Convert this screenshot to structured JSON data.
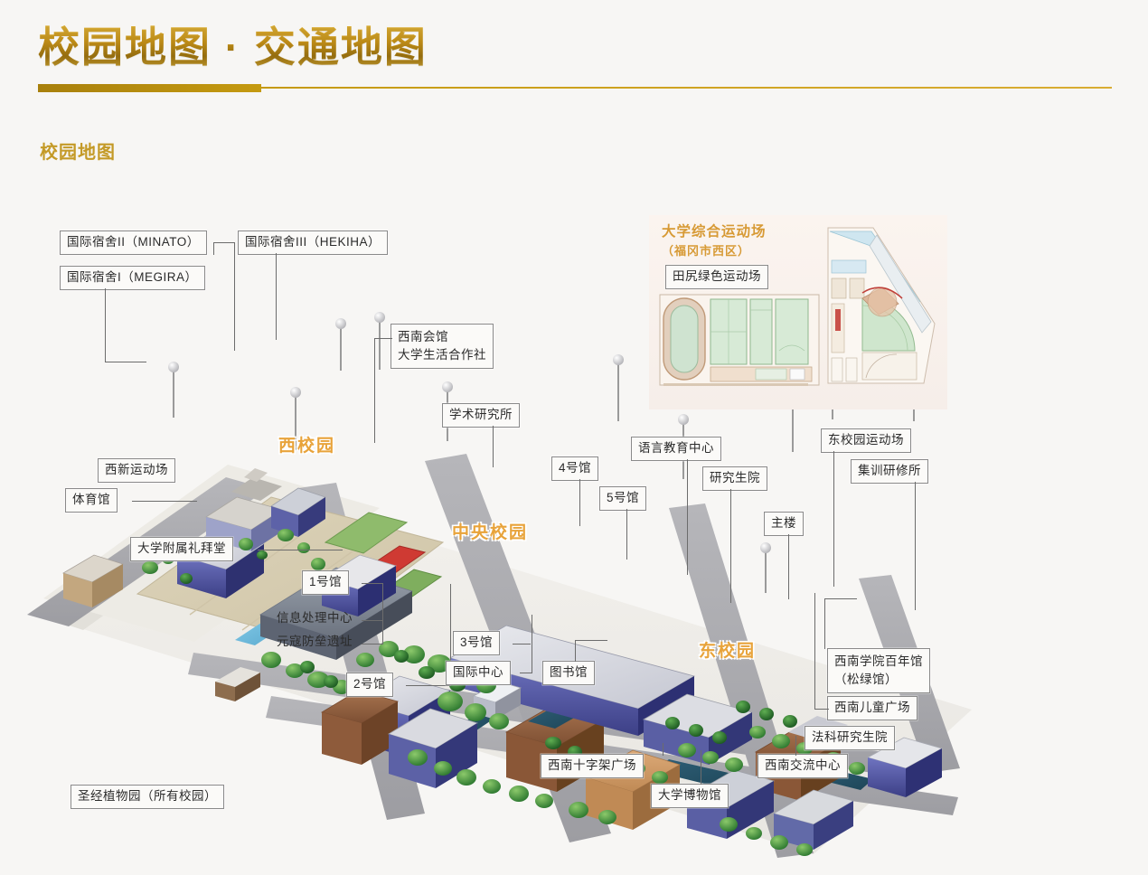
{
  "header": {
    "title": "校园地图 · 交通地图",
    "section_title": "校园地图",
    "rule_color": "#c59a10",
    "title_gold": "#c8941a"
  },
  "inset": {
    "title": "大学综合运动场",
    "subtitle": "（福冈市西区）",
    "field_label": "田尻绿色运动场"
  },
  "campus_tags": [
    {
      "id": "west",
      "label": "西校园"
    },
    {
      "id": "central",
      "label": "中央校园"
    },
    {
      "id": "east",
      "label": "东校园"
    }
  ],
  "labels": {
    "intl_dorm_2": "国际宿舍II（MINATO）",
    "intl_dorm_3": "国际宿舍III（HEKIHA）",
    "intl_dorm_1": "国际宿舍I（MEGIRA）",
    "seinan_hall_l1": "西南会馆",
    "seinan_hall_l2": "大学生活合作社",
    "academic_institute": "学术研究所",
    "nishijin_ground": "西新运动场",
    "gymnasium": "体育馆",
    "chapel": "大学附属礼拜堂",
    "hall_1": "1号馆",
    "info_center": "信息处理中心",
    "genko_ruins": "元寇防垒遗址",
    "hall_2": "2号馆",
    "hall_3": "3号馆",
    "intl_center": "国际中心",
    "library": "图书馆",
    "hall_4": "4号馆",
    "hall_5": "5号馆",
    "language_center": "语言教育中心",
    "graduate_school": "研究生院",
    "main_building": "主楼",
    "east_ground": "东校园运动场",
    "training_institute": "集训研修所",
    "centennial_l1": "西南学院百年馆",
    "centennial_l2": "（松绿馆）",
    "children_plaza": "西南儿童广场",
    "law_school": "法科研究生院",
    "cross_plaza": "西南十字架广场",
    "university_museum": "大学博物馆",
    "exchange_center": "西南交流中心",
    "bible_garden": "圣经植物园（所有校园）"
  },
  "map_graphic": {
    "type": "isometric-illustration",
    "description": "倾斜鸟瞰手绘风格校园插画地图，包含道路、建筑、树木、运动场",
    "road_color": "#a9a9ac",
    "building_roof_color": "#b7b9c6",
    "building_face_color": "#4a4fa0",
    "tree_color": "#4e9a45",
    "field_color": "#d8cfb5"
  }
}
